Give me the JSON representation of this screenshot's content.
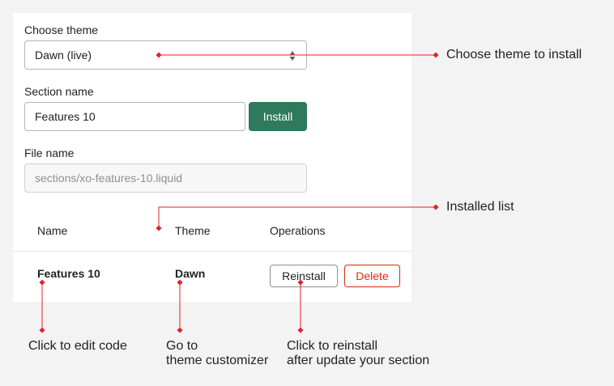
{
  "form": {
    "theme_label": "Choose theme",
    "theme_value": "Dawn (live)",
    "section_label": "Section name",
    "section_value": "Features 10",
    "install_label": "Install",
    "file_label": "File name",
    "file_placeholder": "sections/xo-features-10.liquid"
  },
  "table": {
    "headers": [
      "Name",
      "Theme",
      "Operations"
    ],
    "rows": [
      {
        "name": "Features 10",
        "theme": "Dawn",
        "reinstall_label": "Reinstall",
        "delete_label": "Delete"
      }
    ]
  },
  "annotations": {
    "choose_theme": "Choose theme to install",
    "installed_list": "Installed list",
    "edit_code": "Click to edit code",
    "customizer_line1": "Go to",
    "customizer_line2": "theme customizer",
    "reinstall_line1": "Click to reinstall",
    "reinstall_line2": "after update your section"
  },
  "colors": {
    "accent": "#2f7a5c",
    "danger": "#d82c0d",
    "annotation": "#e0212a"
  },
  "icons": {
    "select_arrows": "select-arrows-icon"
  }
}
